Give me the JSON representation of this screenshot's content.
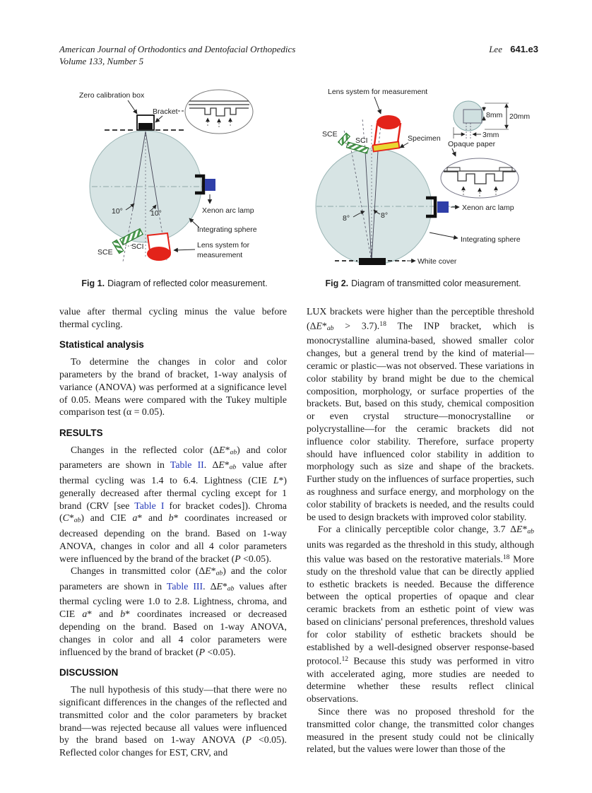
{
  "header": {
    "journal_line1": "American Journal of Orthodontics and Dentofacial Orthopedics",
    "journal_line2": "Volume 133, Number 5",
    "author": "Lee",
    "page_number": "641.e3"
  },
  "colors": {
    "sphere_fill": "#d7e4e4",
    "lamp_blue": "#2f3fa8",
    "lens_red": "#e3231a",
    "specimen_yellow": "#e9d832",
    "sce_green": "#4a9a4e",
    "link_blue": "#2438b8"
  },
  "figures": {
    "fig1": {
      "caption_label": "Fig 1.",
      "caption_text": "Diagram of reflected color measurement.",
      "labels": {
        "zero_box": "Zero calibration box",
        "bracket": "Bracket",
        "xenon": "Xenon arc lamp",
        "sphere": "Integrating sphere",
        "lens1": "Lens system for",
        "lens2": "measurement",
        "sce": "SCE",
        "sci": "SCI",
        "angle_left": "10°",
        "angle_right": "10°"
      }
    },
    "fig2": {
      "caption_label": "Fig 2.",
      "caption_text": "Diagram of transmitted color measurement.",
      "labels": {
        "lens": "Lens system for measurement",
        "specimen": "Specimen",
        "sce": "SCE",
        "sci": "SCI",
        "dim_8mm": "8mm",
        "dim_20mm": "20mm",
        "dim_3mm": "3mm",
        "opaque_paper": "Opaque paper",
        "xenon": "Xenon arc lamp",
        "sphere": "Integrating sphere",
        "white_cover": "White cover",
        "angle_left": "8°",
        "angle_right": "8°"
      }
    }
  },
  "left_column": {
    "p1": [
      {
        "t": "value after thermal cycling minus the value before thermal cycling."
      }
    ],
    "h_statistical": "Statistical analysis",
    "p2": [
      {
        "t": "To determine the changes in color and color parameters by the brand of bracket, 1-way analysis of variance (ANOVA) was performed at a significance level of 0.05. Means were compared with the Tukey multiple comparison test (α = 0.05)."
      }
    ],
    "h_results": "RESULTS",
    "p3": [
      {
        "t": "Changes in the reflected color (Δ"
      },
      {
        "t": "E",
        "s": "i"
      },
      {
        "t": "*"
      },
      {
        "t": "ab",
        "s": "isub"
      },
      {
        "t": ") and color parameters are shown in "
      },
      {
        "t": "Table II",
        "s": "link",
        "n": "table-ii-link"
      },
      {
        "t": ". Δ"
      },
      {
        "t": "E",
        "s": "i"
      },
      {
        "t": "*"
      },
      {
        "t": "ab",
        "s": "isub"
      },
      {
        "t": " value after thermal cycling was 1.4 to 6.4. Lightness (CIE "
      },
      {
        "t": "L",
        "s": "i"
      },
      {
        "t": "*) generally decreased after thermal cycling except for 1 brand (CRV [see "
      },
      {
        "t": "Table I",
        "s": "link",
        "n": "table-i-link"
      },
      {
        "t": " for bracket codes]). Chroma ("
      },
      {
        "t": "C",
        "s": "i"
      },
      {
        "t": "*"
      },
      {
        "t": "ab",
        "s": "isub"
      },
      {
        "t": ") and CIE "
      },
      {
        "t": "a",
        "s": "i"
      },
      {
        "t": "* and "
      },
      {
        "t": "b",
        "s": "i"
      },
      {
        "t": "* coordinates increased or decreased depending on the brand. Based on 1-way ANOVA, changes in color and all 4 color parameters were influenced by the brand of the bracket ("
      },
      {
        "t": "P",
        "s": "i"
      },
      {
        "t": " <0.05)."
      }
    ],
    "p4": [
      {
        "t": "Changes in transmitted color (Δ"
      },
      {
        "t": "E",
        "s": "i"
      },
      {
        "t": "*"
      },
      {
        "t": "ab",
        "s": "isub"
      },
      {
        "t": ") and the color parameters are shown in "
      },
      {
        "t": "Table III",
        "s": "link",
        "n": "table-iii-link"
      },
      {
        "t": ". Δ"
      },
      {
        "t": "E",
        "s": "i"
      },
      {
        "t": "*"
      },
      {
        "t": "ab",
        "s": "isub"
      },
      {
        "t": " values after thermal cycling were 1.0 to 2.8. Lightness, chroma, and CIE "
      },
      {
        "t": "a",
        "s": "i"
      },
      {
        "t": "* and "
      },
      {
        "t": "b",
        "s": "i"
      },
      {
        "t": "* coordinates increased or decreased depending on the brand. Based on 1-way ANOVA, changes in color and all 4 color parameters were influenced by the brand of bracket ("
      },
      {
        "t": "P",
        "s": "i"
      },
      {
        "t": " <0.05)."
      }
    ],
    "h_discussion": "DISCUSSION",
    "p5": [
      {
        "t": "The null hypothesis of this study—that there were no significant differences in the changes of the reflected and transmitted color and the color parameters by bracket brand—was rejected because all values were influenced by the brand based on 1-way ANOVA ("
      },
      {
        "t": "P",
        "s": "i"
      },
      {
        "t": " <0.05). Reflected color changes for EST, CRV, and"
      }
    ]
  },
  "right_column": {
    "p1": [
      {
        "t": "LUX brackets were higher than the perceptible threshold (Δ"
      },
      {
        "t": "E",
        "s": "i"
      },
      {
        "t": "*"
      },
      {
        "t": "ab",
        "s": "isub"
      },
      {
        "t": " > 3.7)."
      },
      {
        "t": "18",
        "s": "sup"
      },
      {
        "t": " The INP bracket, which is monocrystalline alumina-based, showed smaller color changes, but a general trend by the kind of material—ceramic or plastic—was not observed. These variations in color stability by brand might be due to the chemical composition, morphology, or surface properties of the brackets. But, based on this study, chemical composition or even crystal structure—monocrystalline or polycrystalline—for the ceramic brackets did not influence color stability. Therefore, surface property should have influenced color stability in addition to morphology such as size and shape of the brackets. Further study on the influences of surface properties, such as roughness and surface energy, and morphology on the color stability of brackets is needed, and the results could be used to design brackets with improved color stability."
      }
    ],
    "p2": [
      {
        "t": "For a clinically perceptible color change, 3.7 Δ"
      },
      {
        "t": "E",
        "s": "i"
      },
      {
        "t": "*"
      },
      {
        "t": "ab",
        "s": "isub"
      },
      {
        "t": " units was regarded as the threshold in this study, although this value was based on the restorative materials."
      },
      {
        "t": "18",
        "s": "sup"
      },
      {
        "t": " More study on the threshold value that can be directly applied to esthetic brackets is needed. Because the difference between the optical properties of opaque and clear ceramic brackets from an esthetic point of view was based on clinicians' personal preferences, threshold values for color stability of esthetic brackets should be established by a well-designed observer response-based protocol."
      },
      {
        "t": "12",
        "s": "sup"
      },
      {
        "t": " Because this study was performed in vitro with accelerated aging, more studies are needed to determine whether these results reflect clinical observations."
      }
    ],
    "p3": [
      {
        "t": "Since there was no proposed threshold for the transmitted color change, the transmitted color changes measured in the present study could not be clinically related, but the values were lower than those of the"
      }
    ]
  }
}
